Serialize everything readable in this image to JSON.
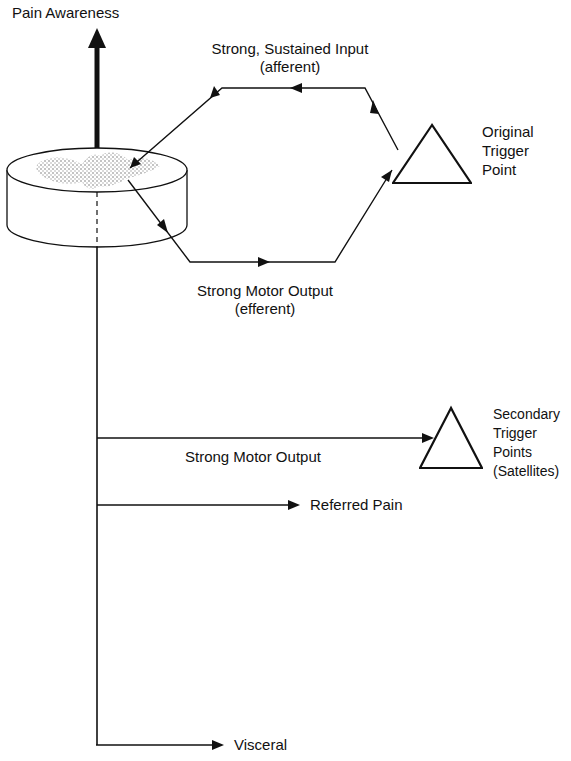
{
  "diagram": {
    "nodes": [
      {
        "text": [
          "Original Trigger Point"
        ]
      },
      {
        "text": [
          "Secondary Trigger Points (Satellites)"
        ]
      }
    ],
    "labels": [
      "Pain Awareness",
      "Strong, Sustained Input (afferent)",
      "Strong Motor Output (efferent)",
      "Strong Motor Output",
      "Referred Pain",
      "Visceral"
    ]
  }
}
